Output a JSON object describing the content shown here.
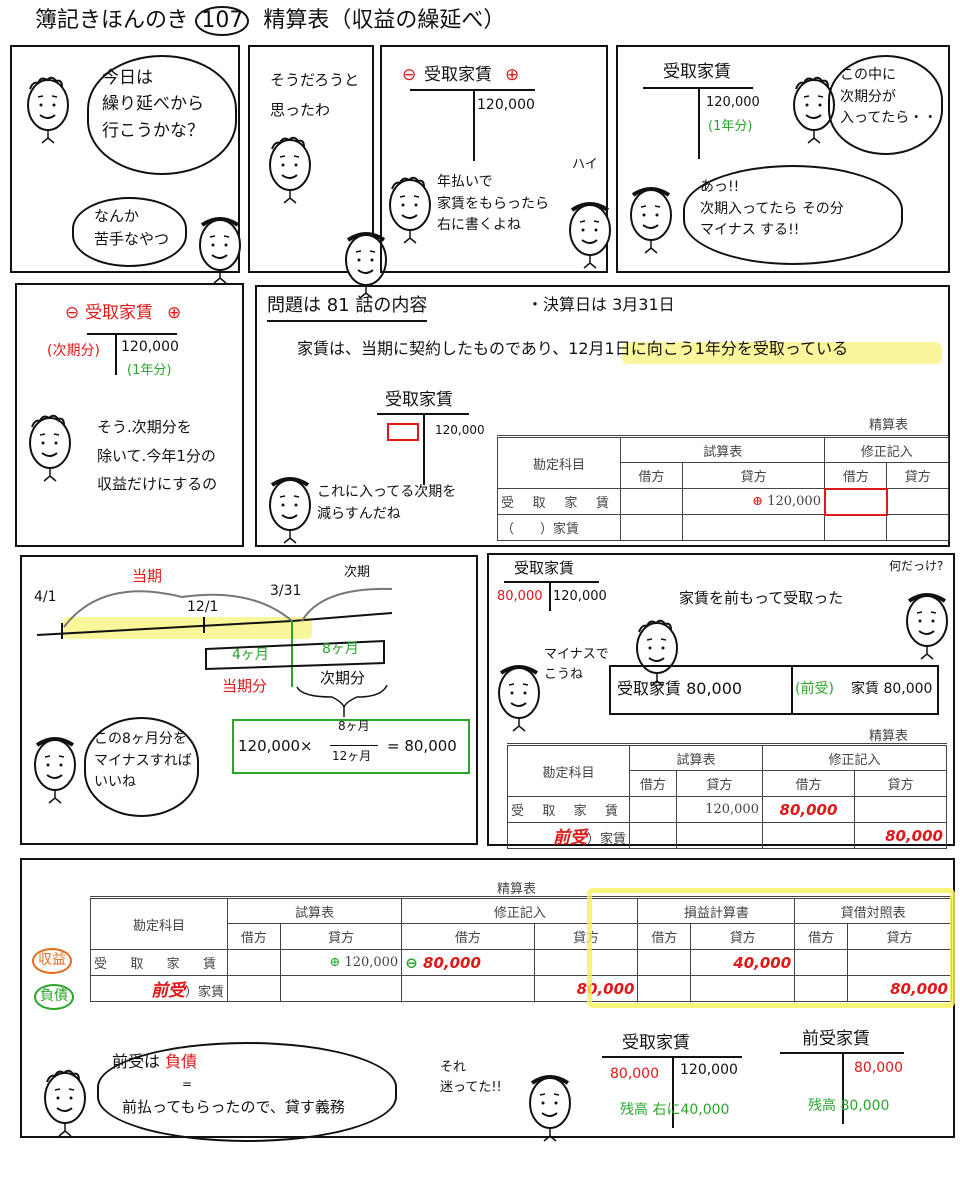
{
  "title": {
    "series": "簿記きほんのき",
    "number": "107",
    "topic": "精算表（収益の繰延べ）"
  },
  "colors": {
    "red": "#e01818",
    "green": "#2aa52a",
    "orange": "#e66a1a",
    "highlight": "#f5f05a"
  },
  "p1": {
    "speech1": "今日は\n繰り延べから\n行こうかな？",
    "speech2": "なんか\n苦手なやつ"
  },
  "p2": {
    "speech": "そうだろうと\n思ったわ"
  },
  "p3": {
    "minus": "⊖",
    "account": "受取家賃",
    "plus": "⊕",
    "credit": "120,000",
    "speech": "年払いで\n家賃をもらったら\n右に書くよね",
    "reply": "ハイ"
  },
  "p4": {
    "account": "受取家賃",
    "credit": "120,000",
    "credit_note": "(1年分)",
    "speech1": "この中に\n次期分が\n入ってたら・・",
    "speech2": "あっ!!\n次期入ってたら その分\nマイナス する!!"
  },
  "p5": {
    "minus": "⊖",
    "account": "受取家賃",
    "plus": "⊕",
    "debit_note": "(次期分)",
    "credit": "120,000",
    "credit_note": "(1年分)",
    "speech": "そう.次期分を\n除いて.今年1分の\n収益だけにするの"
  },
  "p6": {
    "heading": "問題は 81 話の内容",
    "heading_circle": "81",
    "note": "・決算日は 3月31日",
    "problem": "家賃は、当期に契約したものであり、12月1日に向こう1年分を受取っている",
    "account": "受取家賃",
    "credit": "120,000",
    "speech": "これに入ってる次期を\n減らすんだね"
  },
  "worksheet": {
    "title": "精算表",
    "account_header": "勘定科目",
    "groups": [
      "試算表",
      "修正記入",
      "損益計算書",
      "貸借対照表"
    ],
    "debit": "借方",
    "credit": "貸方",
    "row1": "受取家賃",
    "row2_blank": "（　　）家賃",
    "row2_suffix": "）家賃",
    "trial_credit": "120,000",
    "plus": "⊕",
    "minus": "⊖"
  },
  "p7": {
    "d1": "4/1",
    "d2": "12/1",
    "d3": "3/31",
    "current": "当期",
    "next": "次期",
    "m4": "4ヶ月",
    "m8": "8ヶ月",
    "current_part": "当期分",
    "next_part": "次期分",
    "formula_left": "120,000×",
    "num": "8ヶ月",
    "den": "12ヶ月",
    "formula_right": "= 80,000",
    "speech": "この8ヶ月分を\nマイナスすれば\nいいね"
  },
  "p8": {
    "account": "受取家賃",
    "debit": "80,000",
    "credit": "120,000",
    "speech1": "マイナスで\nこうね",
    "speech2": "家賃を前もって受取った",
    "speech3": "何だっけ?",
    "entry_debit": "受取家賃 80,000",
    "entry_prefix": "(前受)",
    "entry_credit": "家賃 80,000",
    "adj_debit": "80,000",
    "adj_credit": "80,000",
    "row2_prefix": "前受"
  },
  "p9": {
    "label_revenue": "収益",
    "label_liability": "負債",
    "row2_prefix": "前受",
    "adj_debit": "80,000",
    "adj_credit": "80,000",
    "pl_credit": "40,000",
    "bs_credit": "80,000",
    "t1_account": "受取家賃",
    "t1_debit": "80,000",
    "t1_credit": "120,000",
    "t1_balance": "残高 右に40,000",
    "t2_account": "前受家賃",
    "t2_credit": "80,000",
    "t2_balance": "残高 80,000",
    "speech1_a": "前受は",
    "speech1_b": "負債",
    "speech1_eq": "=",
    "speech1_c": "前払ってもらったので、貸す義務",
    "speech2": "それ\n迷ってた!!"
  }
}
